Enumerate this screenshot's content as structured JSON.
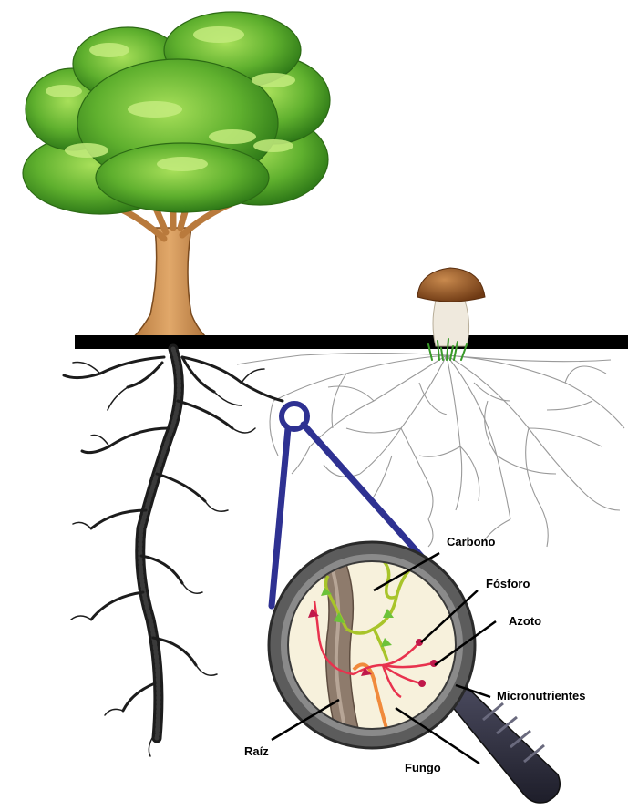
{
  "labels": {
    "carbono": "Carbono",
    "fosforo": "Fósforo",
    "azoto": "Azoto",
    "micronutrientes": "Micronutrientes",
    "raiz": "Raíz",
    "fungo": "Fungo"
  },
  "colors": {
    "foliage": "#4fa02a",
    "foliage_light": "#8fd046",
    "trunk": "#c78a4a",
    "ground_line": "#000000",
    "roots": "#1c1c1c",
    "mycelium": "#8a8a8a",
    "mushroom_cap": "#9a5a2a",
    "mushroom_stem": "#efe9dd",
    "magnifier_frame": "#2e3192",
    "lens_rim": "#555555",
    "lens_inner": "#f7f1dc",
    "carbon_flow": "#9cc22a",
    "nutrient_flow": "#e8324e",
    "fungus_hypha": "#f08a3c"
  }
}
